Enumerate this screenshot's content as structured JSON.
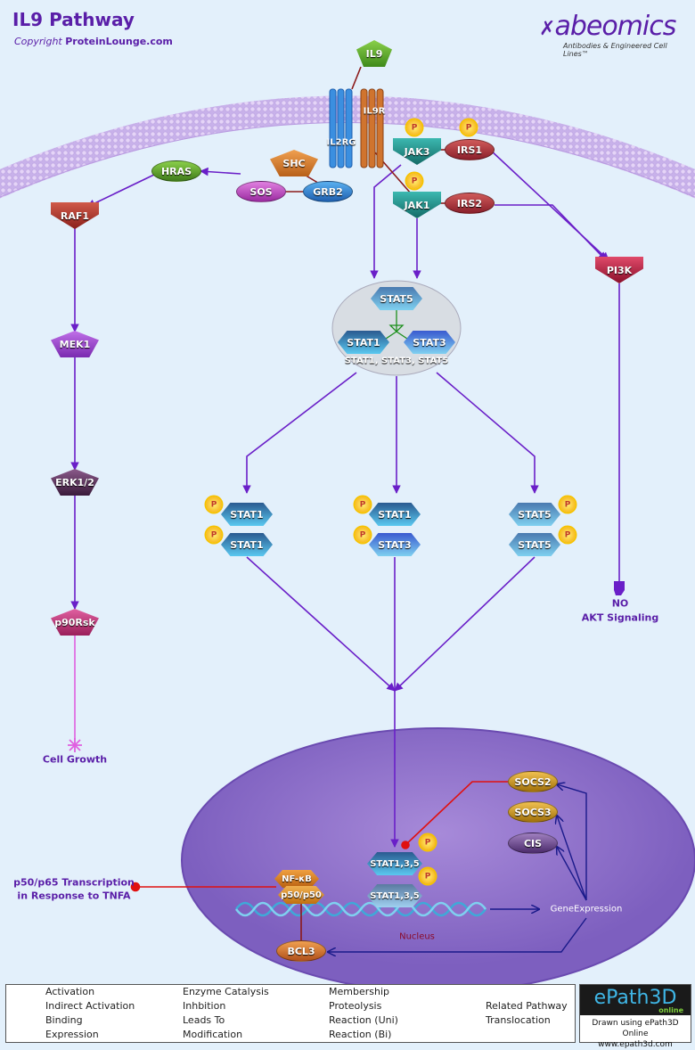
{
  "header": {
    "title": "IL9 Pathway",
    "copyright_prefix": "Copyright",
    "copyright_site": "ProteinLounge.com",
    "brand": "abeomics",
    "brand_tagline": "Antibodies & Engineered Cell Lines™"
  },
  "nodes": {
    "il9": "IL9",
    "il2rg": "IL2RG",
    "il9r": "IL9R",
    "jak3": "JAK3",
    "irs1": "IRS1",
    "shc": "SHC",
    "grb2": "GRB2",
    "sos": "SOS",
    "hras": "HRAS",
    "raf1": "RAF1",
    "jak1": "JAK1",
    "irs2": "IRS2",
    "pi3k": "PI3K",
    "mek1": "MEK1",
    "erk": "ERK1/2",
    "p90rsk": "p90Rsk",
    "complex_stat5": "STAT5",
    "complex_stat1": "STAT1",
    "complex_stat3": "STAT3",
    "complex_label": "STAT1, STAT3, STAT5",
    "d1_top": "STAT1",
    "d1_bot": "STAT1",
    "d2_top": "STAT1",
    "d2_bot": "STAT3",
    "d3_top": "STAT5",
    "d3_bot": "STAT5",
    "socs2": "SOCS2",
    "socs3": "SOCS3",
    "cis": "CIS",
    "nuc_stat_top": "STAT1,3,5",
    "nuc_stat_bot": "STAT1,3,5",
    "nfkb_top": "NF-κB",
    "nfkb_bot": "p50/p50",
    "bcl3": "BCL3"
  },
  "phospho": "P",
  "labels": {
    "cell_growth": "Cell Growth",
    "no": "NO",
    "akt": "AKT Signaling",
    "nucleus": "Nucleus",
    "gene_expression": "GeneExpression",
    "p50p65_1": "p50/p65 Transcription",
    "p50p65_2": "in Response to TNFA"
  },
  "legend": {
    "items": [
      "Activation",
      "Indirect Activation",
      "Binding",
      "Expression",
      "Enzyme Catalysis",
      "Inhbition",
      "Leads To",
      "Modification",
      "Membership",
      "Proteolysis",
      "Reaction (Uni)",
      "Reaction (Bi)",
      "Related Pathway",
      "Translocation"
    ]
  },
  "epath": {
    "logo": "ePath3D",
    "logo_sub": "online",
    "line1": "Drawn using ePath3D Online",
    "line2": "www.epath3d.com"
  },
  "colors": {
    "activation": "#6a1fc8",
    "binding": "#8b1a1a",
    "inhibition": "#e01010",
    "leads_to": "#e060e0",
    "expression": "#1a1a8a",
    "background": "#e3f0fb",
    "nucleus": "#9a7dd0"
  }
}
